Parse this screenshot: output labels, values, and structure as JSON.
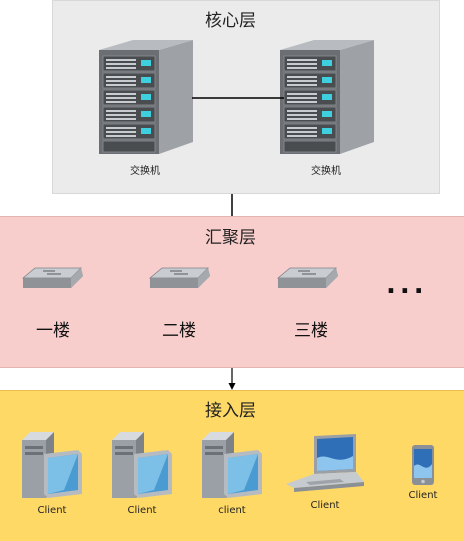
{
  "core_layer": {
    "title": "核心层",
    "switches": [
      {
        "label": "交换机"
      },
      {
        "label": "交换机"
      }
    ]
  },
  "aggregation_layer": {
    "title": "汇聚层",
    "floors": [
      {
        "label": "一楼"
      },
      {
        "label": "二楼"
      },
      {
        "label": "三楼"
      }
    ],
    "ellipsis": "..."
  },
  "access_layer": {
    "title": "接入层",
    "clients": [
      {
        "label": "Client",
        "icon": "desktop-pc-icon"
      },
      {
        "label": "Client",
        "icon": "desktop-pc-icon"
      },
      {
        "label": "client",
        "icon": "desktop-pc-icon"
      },
      {
        "label": "Client",
        "icon": "laptop-icon"
      },
      {
        "label": "Client",
        "icon": "mobile-phone-icon"
      }
    ]
  },
  "colors": {
    "core_bg": "#ebebeb",
    "aggregation_bg": "#f8cecc",
    "access_bg": "#ffd966"
  }
}
